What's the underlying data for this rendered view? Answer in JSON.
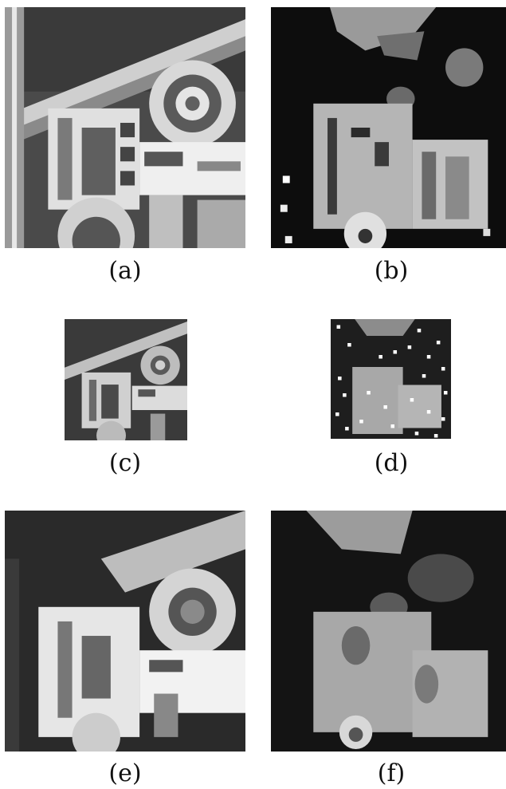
{
  "figure": {
    "panels": [
      {
        "id": "a",
        "label": "(a)"
      },
      {
        "id": "b",
        "label": "(b)"
      },
      {
        "id": "c",
        "label": "(c)"
      },
      {
        "id": "d",
        "label": "(d)"
      },
      {
        "id": "e",
        "label": "(e)"
      },
      {
        "id": "f",
        "label": "(f)"
      }
    ]
  }
}
